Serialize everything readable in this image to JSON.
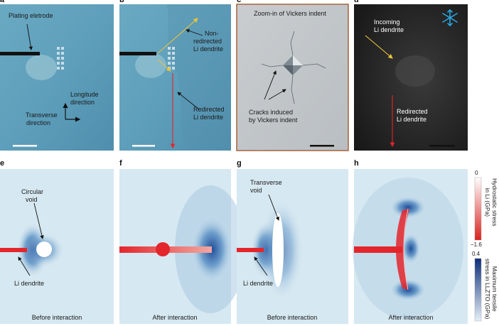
{
  "panel_letters": {
    "a": "a",
    "b": "b",
    "c": "c",
    "d": "d",
    "e": "e",
    "f": "f",
    "g": "g",
    "h": "h"
  },
  "panel_a": {
    "plating_electrode": "Plating eletrode",
    "longitude_1": "Longitude",
    "longitude_2": "direction",
    "transverse_1": "Transverse",
    "transverse_2": "direction"
  },
  "panel_b": {
    "nonredirected_1": "Non-",
    "nonredirected_2": "redirected",
    "nonredirected_3": "Li dendrite",
    "redirected_1": "Redirected",
    "redirected_2": "Li dendrite"
  },
  "panel_c": {
    "title": "Zoom-in of Vickers indent",
    "cracks_1": "Cracks induced",
    "cracks_2": "by Vickers indent"
  },
  "panel_d": {
    "incoming_1": "Incoming",
    "incoming_2": "Li dendrite",
    "redirected_1": "Redirected",
    "redirected_2": "Li dendrite",
    "icon": "snowflake-icon"
  },
  "panel_e": {
    "void_1": "Circular",
    "void_2": "void",
    "dendrite": "Li dendrite",
    "caption": "Before interaction"
  },
  "panel_f": {
    "caption": "After interaction"
  },
  "panel_g": {
    "void_1": "Transverse",
    "void_2": "void",
    "dendrite": "Li dendrite",
    "caption": "Before interaction"
  },
  "panel_h": {
    "caption": "After interaction"
  },
  "colorbar_hydro": {
    "top": "0",
    "bottom": "−1.6",
    "label_1": "Hydrostatic stress",
    "label_2": "in Li (GPa)"
  },
  "colorbar_tensile": {
    "top": "0.4",
    "label_1": "Maximum tensile",
    "label_2": "stress in LLZTO (GPa)"
  },
  "colors": {
    "accent_red": "#e3262b",
    "arrow_yellow": "#e8c33a",
    "blue_dark": "#1f4e9a",
    "photo_teal": "#6aa6c0"
  }
}
